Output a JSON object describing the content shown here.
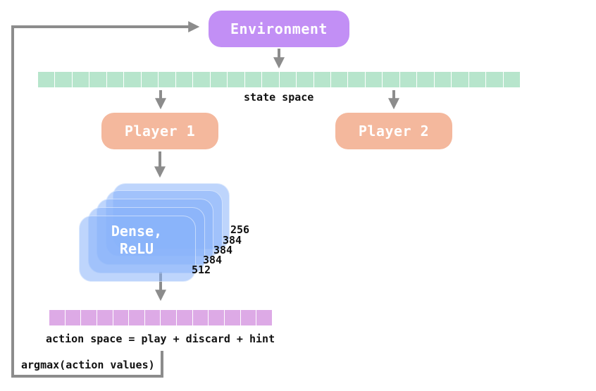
{
  "environment": {
    "label": "Environment"
  },
  "state_space": {
    "label": "state space",
    "cell_count": 28
  },
  "players": [
    {
      "label": "Player 1"
    },
    {
      "label": "Player 2"
    }
  ],
  "network": {
    "layer_label_line1": "Dense,",
    "layer_label_line2": "ReLU",
    "layer_sizes": [
      "256",
      "384",
      "384",
      "384",
      "512"
    ]
  },
  "action_space": {
    "label": "action space = play + discard + hint",
    "cell_count": 14
  },
  "feedback": {
    "label": "argmax(action values)"
  },
  "colors": {
    "environment": "#c28ff5",
    "player": "#f4b89d",
    "state_cells": "#b7e5cc",
    "action_cells": "#ddaae6",
    "layers": "#88b2fa",
    "arrows": "#8c8c8c"
  }
}
